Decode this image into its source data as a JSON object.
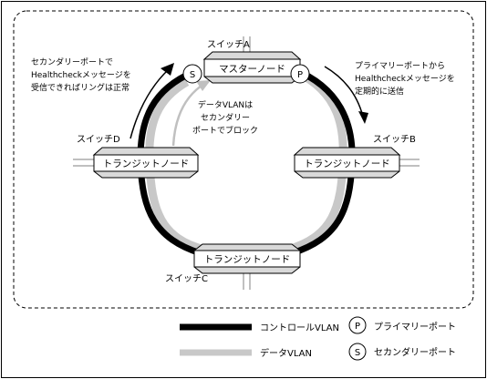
{
  "switches": {
    "a": {
      "label": "スイッチA",
      "node": "マスターノード"
    },
    "b": {
      "label": "スイッチB",
      "node": "トランジットノード"
    },
    "c": {
      "label": "スイッチC",
      "node": "トランジットノード"
    },
    "d": {
      "label": "スイッチD",
      "node": "トランジットノード"
    }
  },
  "ports": {
    "primary_symbol": "P",
    "secondary_symbol": "S"
  },
  "annotations": {
    "secondary_receive": [
      "セカンダリーポートで",
      "Healthcheckメッセージを",
      "受信できればリングは正常"
    ],
    "primary_send": [
      "プライマリーポートから",
      "Healthcheckメッセージを",
      "定期的に送信"
    ],
    "data_block": [
      "データVLANは",
      "セカンダリー",
      "ポートでブロック"
    ]
  },
  "legend": {
    "control_vlan": "コントロールVLAN",
    "data_vlan": "データVLAN",
    "primary_port": "プライマリーポート",
    "secondary_port": "セカンダリーポート"
  },
  "colors": {
    "control_line": "#000000",
    "data_line": "#c8c8c8",
    "node_fill": "#ffffff",
    "node_shade": "#d9d9d9"
  }
}
